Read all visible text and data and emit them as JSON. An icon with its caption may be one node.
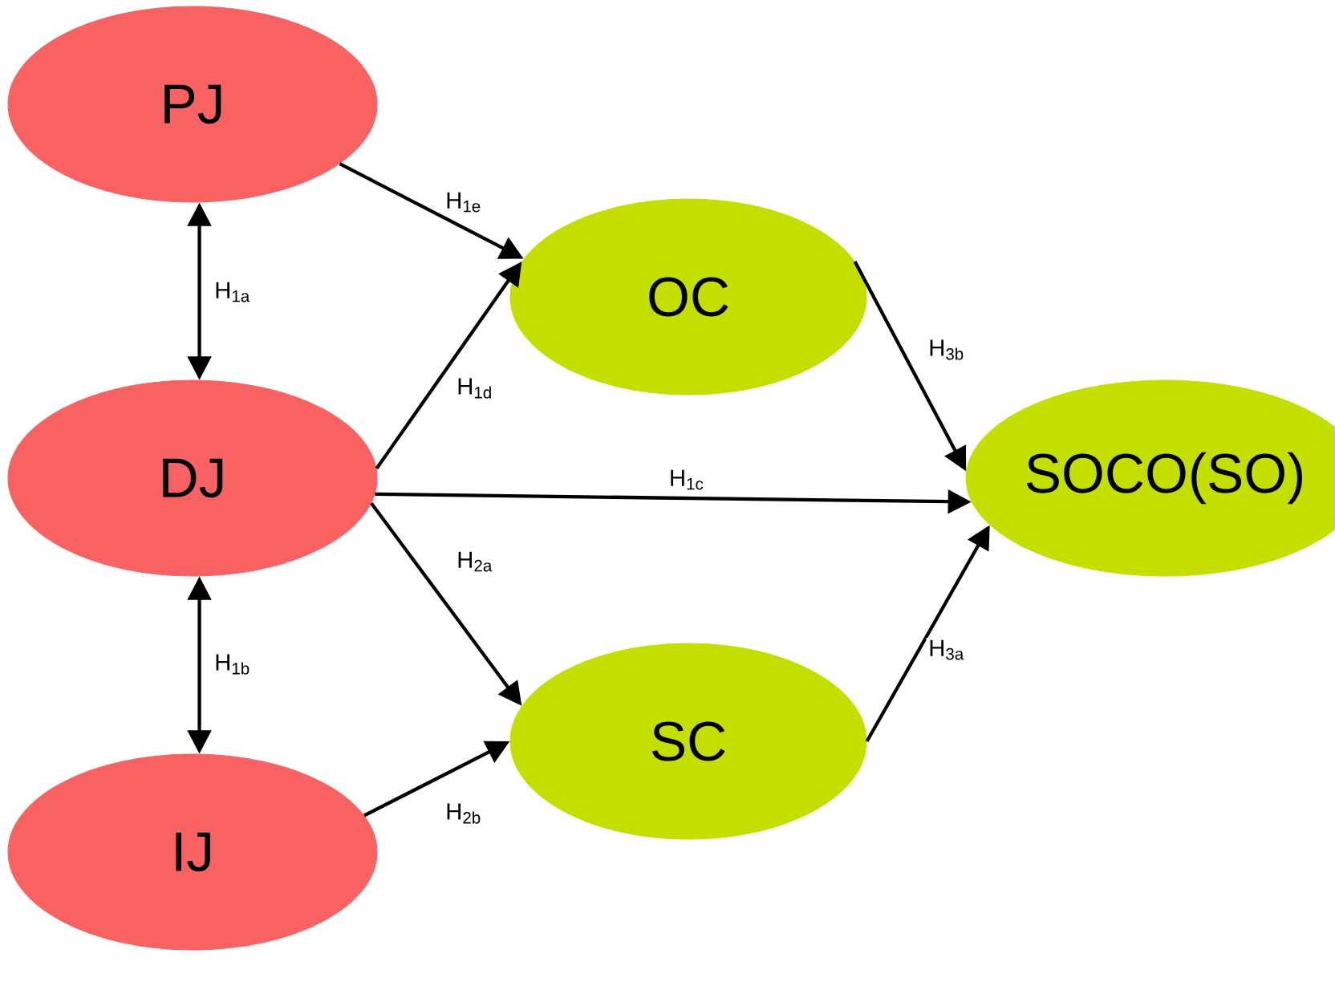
{
  "diagram": {
    "nodes": [
      {
        "text": [
          "PJ"
        ]
      },
      {
        "text": [
          "DJ"
        ]
      },
      {
        "text": [
          "IJ"
        ]
      },
      {
        "text": [
          "OC"
        ]
      },
      {
        "text": [
          "SC"
        ]
      },
      {
        "text": [
          "SOCO(SO)"
        ]
      }
    ],
    "edges": [
      {
        "from": 0,
        "to": 1,
        "arrow": "both",
        "label": "H$_{1a}$"
      },
      {
        "from": 1,
        "to": 2,
        "arrow": "both",
        "label": "H$_{1b}$"
      },
      {
        "from": 0,
        "to": 3,
        "arrow": "to",
        "label": "H$_{1e}$"
      },
      {
        "from": 1,
        "to": 3,
        "arrow": "to",
        "label": "H$_{1d}$"
      },
      {
        "from": 1,
        "to": 5,
        "arrow": "to",
        "label": "H$_{1c}$"
      },
      {
        "from": 1,
        "to": 4,
        "arrow": "to",
        "label": "H$_{2a}$"
      },
      {
        "from": 2,
        "to": 4,
        "arrow": "to",
        "label": "H$_{2b}$"
      },
      {
        "from": 3,
        "to": 5,
        "arrow": "to",
        "label": "H$_{3b}$"
      },
      {
        "from": 4,
        "to": 5,
        "arrow": "to",
        "label": "H$_{3a}$"
      }
    ]
  }
}
